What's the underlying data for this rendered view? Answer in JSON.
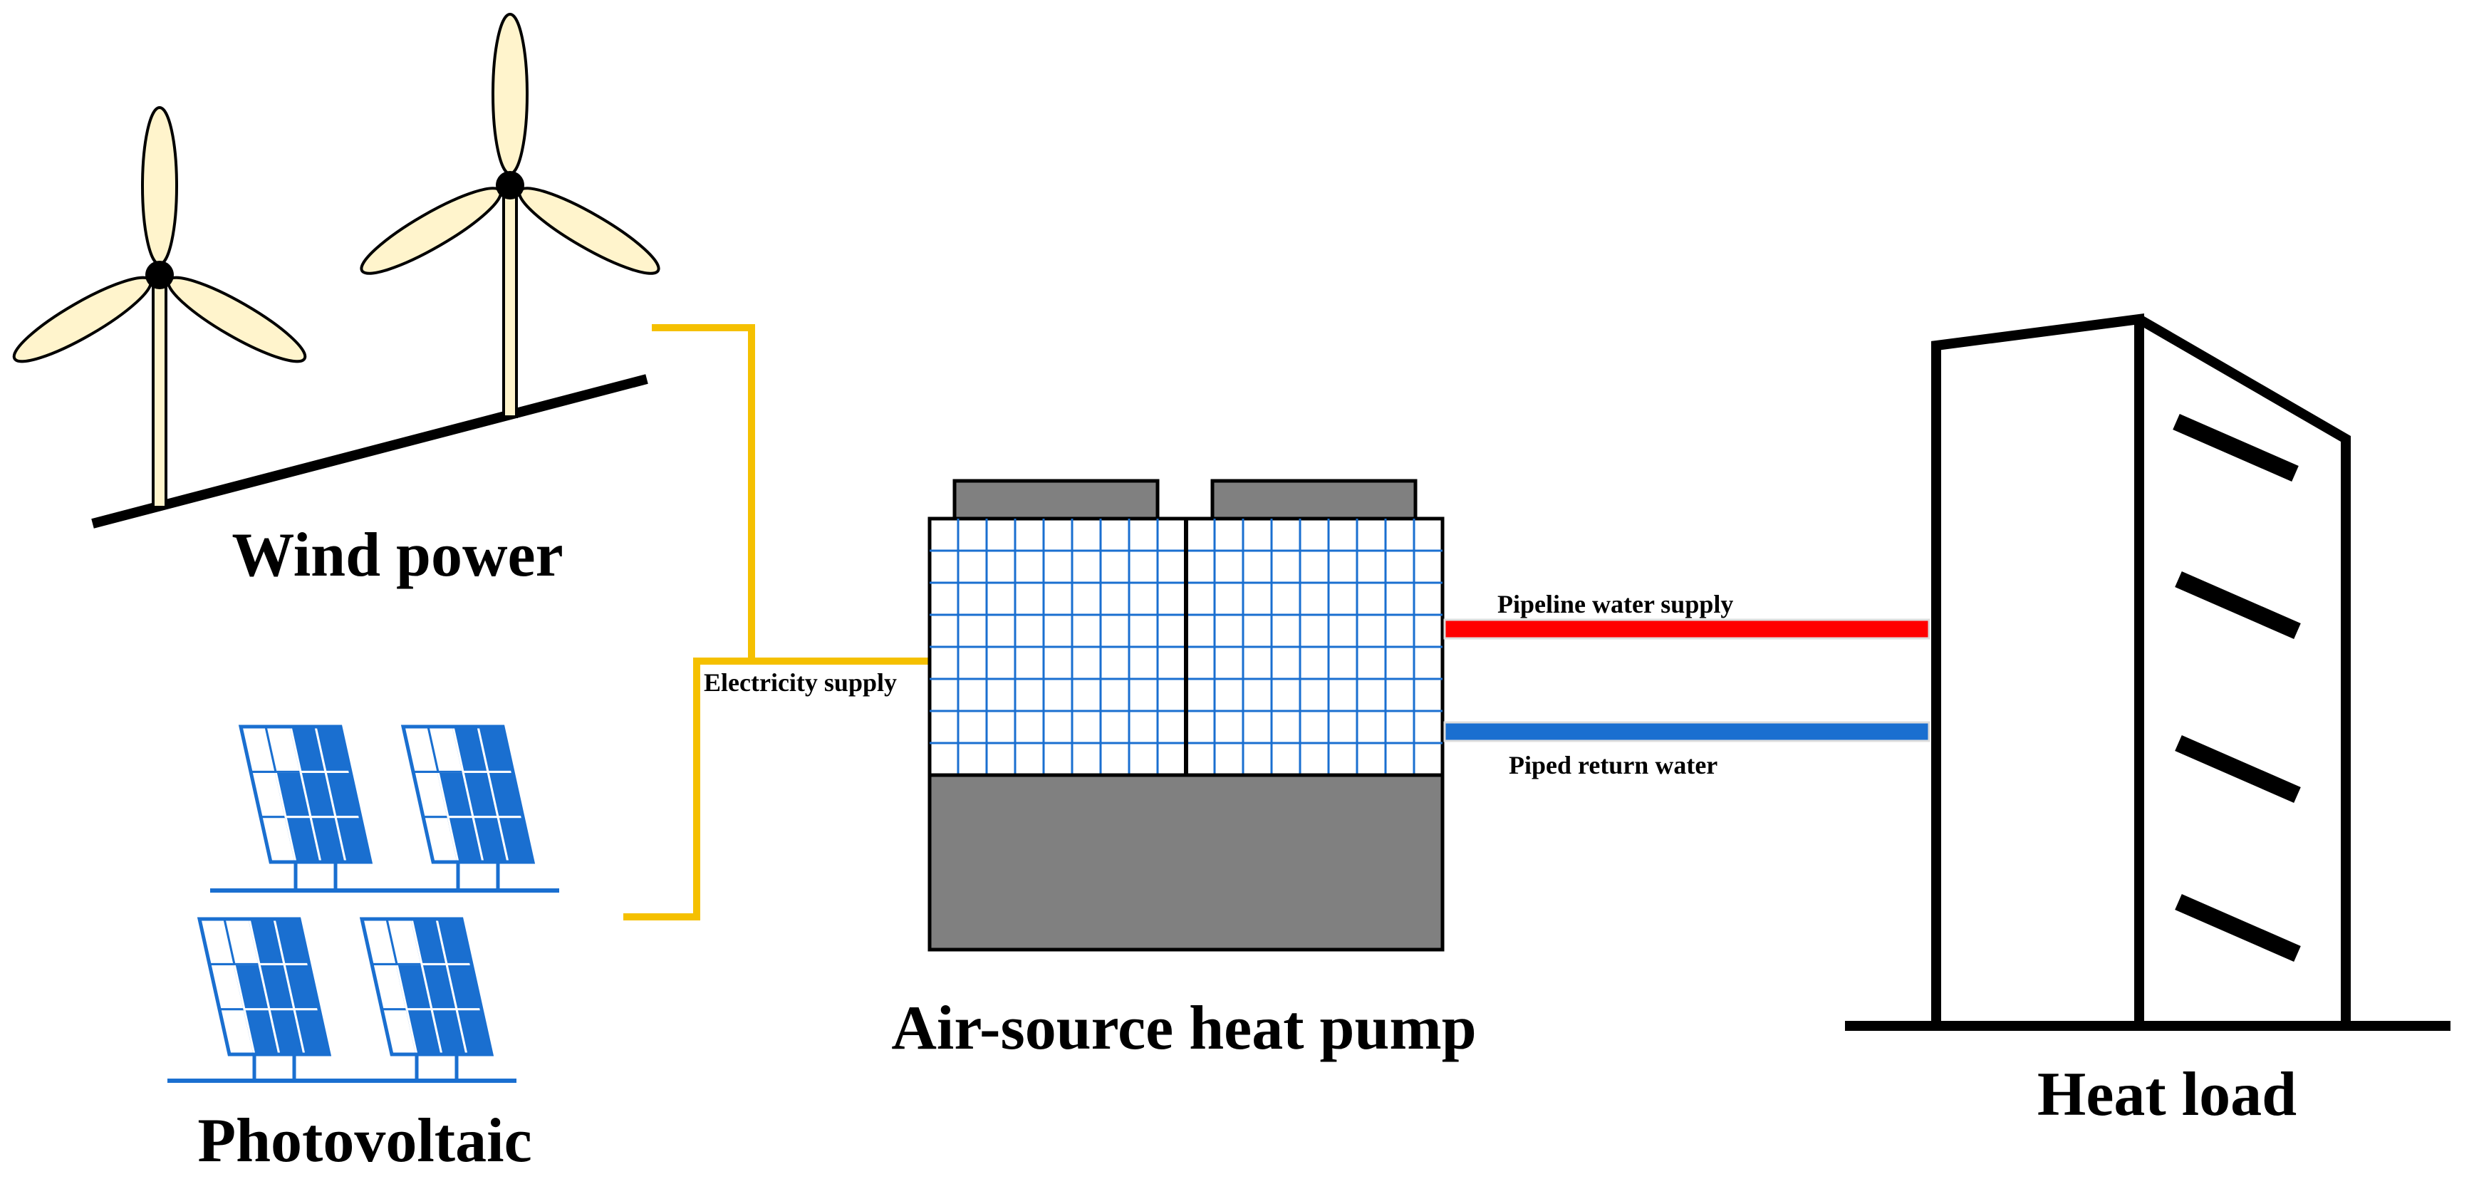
{
  "labels": {
    "wind_power": "Wind power",
    "photovoltaic": "Photovoltaic",
    "electricity_supply": "Electricity supply",
    "heat_pump": "Air-source heat pump",
    "pipeline_supply": "Pipeline water supply",
    "piped_return": "Piped return water",
    "heat_load": "Heat load"
  },
  "colors": {
    "electric_line": "#f5c000",
    "supply_pipe": "#ff0000",
    "return_pipe": "#1a6fd0",
    "panel_blue": "#1a6fd0",
    "blade_fill": "#fff4cc",
    "pump_gray": "#808080",
    "grid_line": "#1a6fd0"
  },
  "icons": [
    "wind-turbine-icon",
    "solar-panel-icon",
    "heat-pump-icon",
    "building-icon"
  ]
}
